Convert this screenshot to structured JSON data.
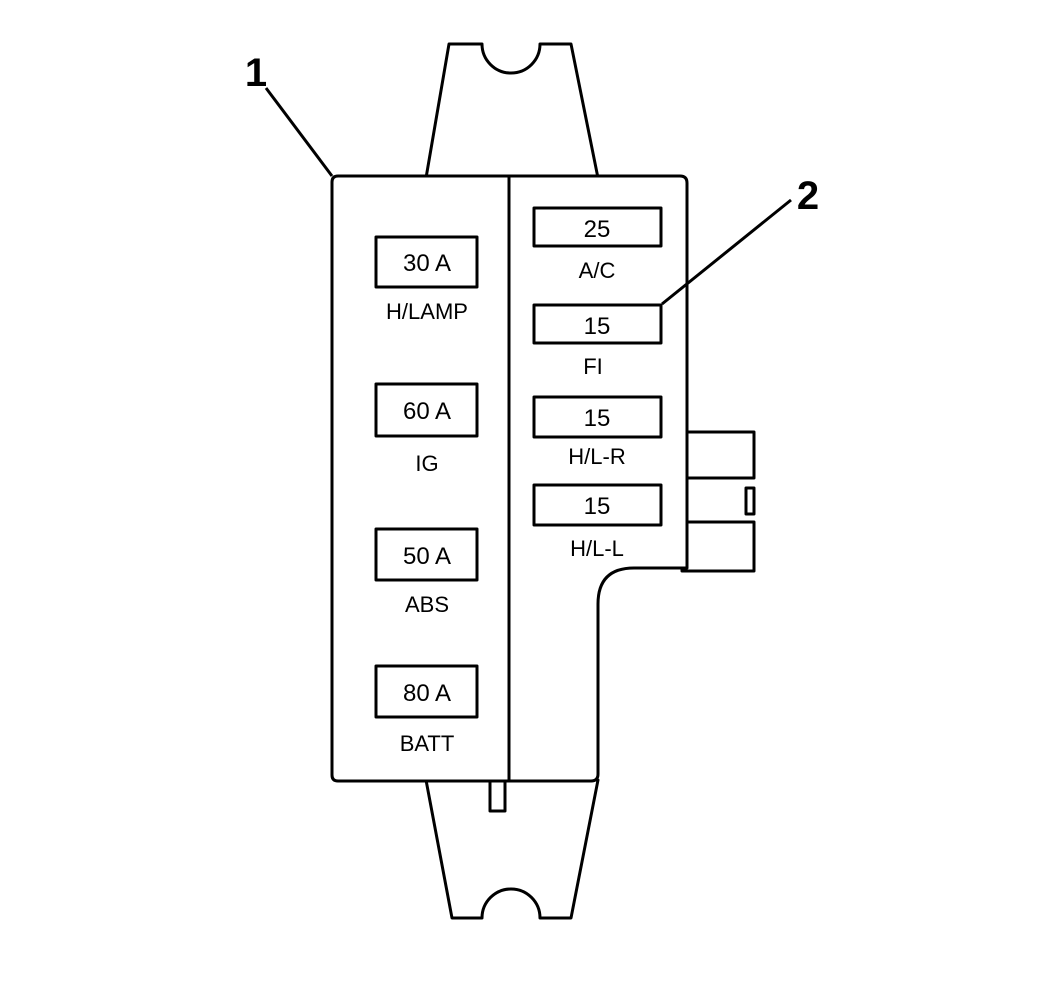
{
  "callouts": [
    "1",
    "2"
  ],
  "left_fuses": [
    {
      "value": "30 A",
      "label": "H/LAMP"
    },
    {
      "value": "60 A",
      "label": "IG"
    },
    {
      "value": "50 A",
      "label": "ABS"
    },
    {
      "value": "80 A",
      "label": "BATT"
    }
  ],
  "right_fuses": [
    {
      "value": "25",
      "label": "A/C"
    },
    {
      "value": "15",
      "label": "FI"
    },
    {
      "value": "15",
      "label": "H/L-R"
    },
    {
      "value": "15",
      "label": "H/L-L"
    }
  ]
}
